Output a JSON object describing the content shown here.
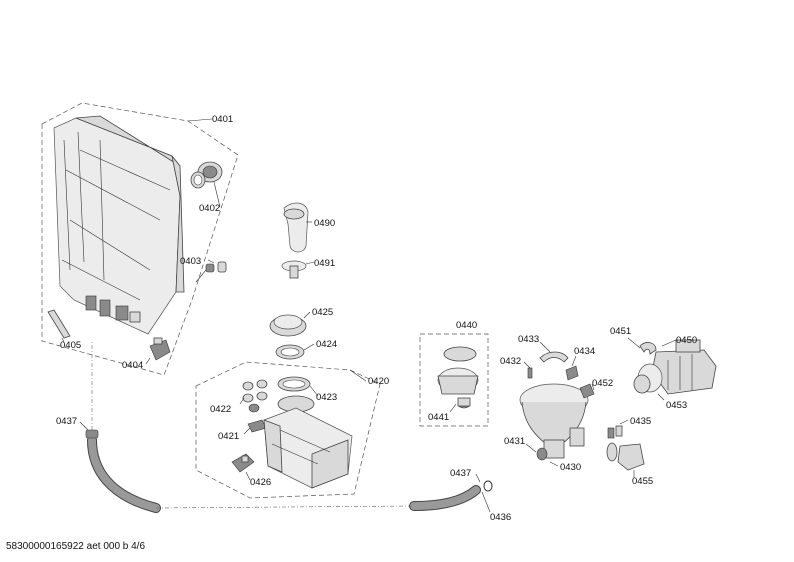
{
  "diagram": {
    "footer": "58300000165922 aet 000 b 4/6",
    "labels": {
      "p0401": "0401",
      "p0402": "0402",
      "p0403": "0403",
      "p0404": "0404",
      "p0405": "0405",
      "p0490": "0490",
      "p0491": "0491",
      "p0425": "0425",
      "p0424": "0424",
      "p0420": "0420",
      "p0423": "0423",
      "p0422": "0422",
      "p0421": "0421",
      "p0426": "0426",
      "p0437a": "0437",
      "p0440": "0440",
      "p0441": "0441",
      "p0433": "0433",
      "p0432": "0432",
      "p0434": "0434",
      "p0452": "0452",
      "p0431": "0431",
      "p0430": "0430",
      "p0437b": "0437",
      "p0436": "0436",
      "p0451": "0451",
      "p0450": "0450",
      "p0453": "0453",
      "p0435": "0435",
      "p0455": "0455"
    }
  }
}
